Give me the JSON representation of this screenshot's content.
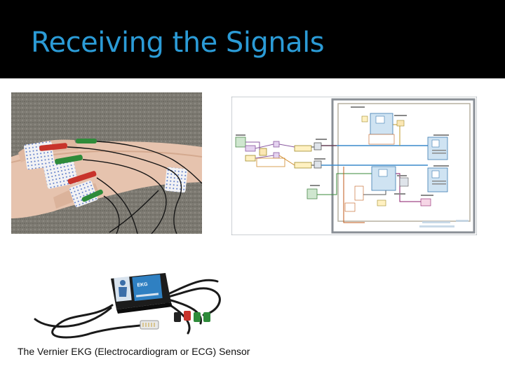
{
  "slide": {
    "title": "Receiving the Signals",
    "caption": "The Vernier EKG (Electrocardiogram or ECG) Sensor"
  },
  "sensor_box": {
    "label": "EKG"
  },
  "colors": {
    "title_bar": "#000000",
    "title_text": "#2b9bd6",
    "background": "#ffffff"
  }
}
